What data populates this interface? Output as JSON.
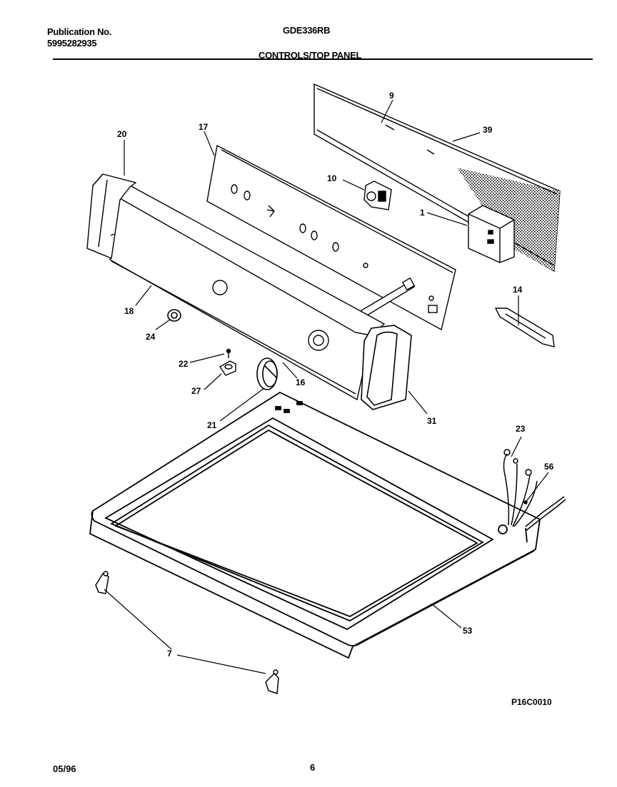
{
  "header": {
    "publication_label": "Publication No.",
    "publication_number": "5995282935",
    "model": "GDE336RB",
    "section_title": "CONTROLS/TOP PANEL"
  },
  "callouts": {
    "c1": "1",
    "c7": "7",
    "c9": "9",
    "c10": "10",
    "c14": "14",
    "c16": "16",
    "c17": "17",
    "c18": "18",
    "c20": "20",
    "c21": "21",
    "c22": "22",
    "c23": "23",
    "c24": "24",
    "c27": "27",
    "c31": "31",
    "c39": "39",
    "c53": "53",
    "c56": "56"
  },
  "figure_code": "P16C0010",
  "footer": {
    "date": "05/96",
    "page": "6"
  }
}
